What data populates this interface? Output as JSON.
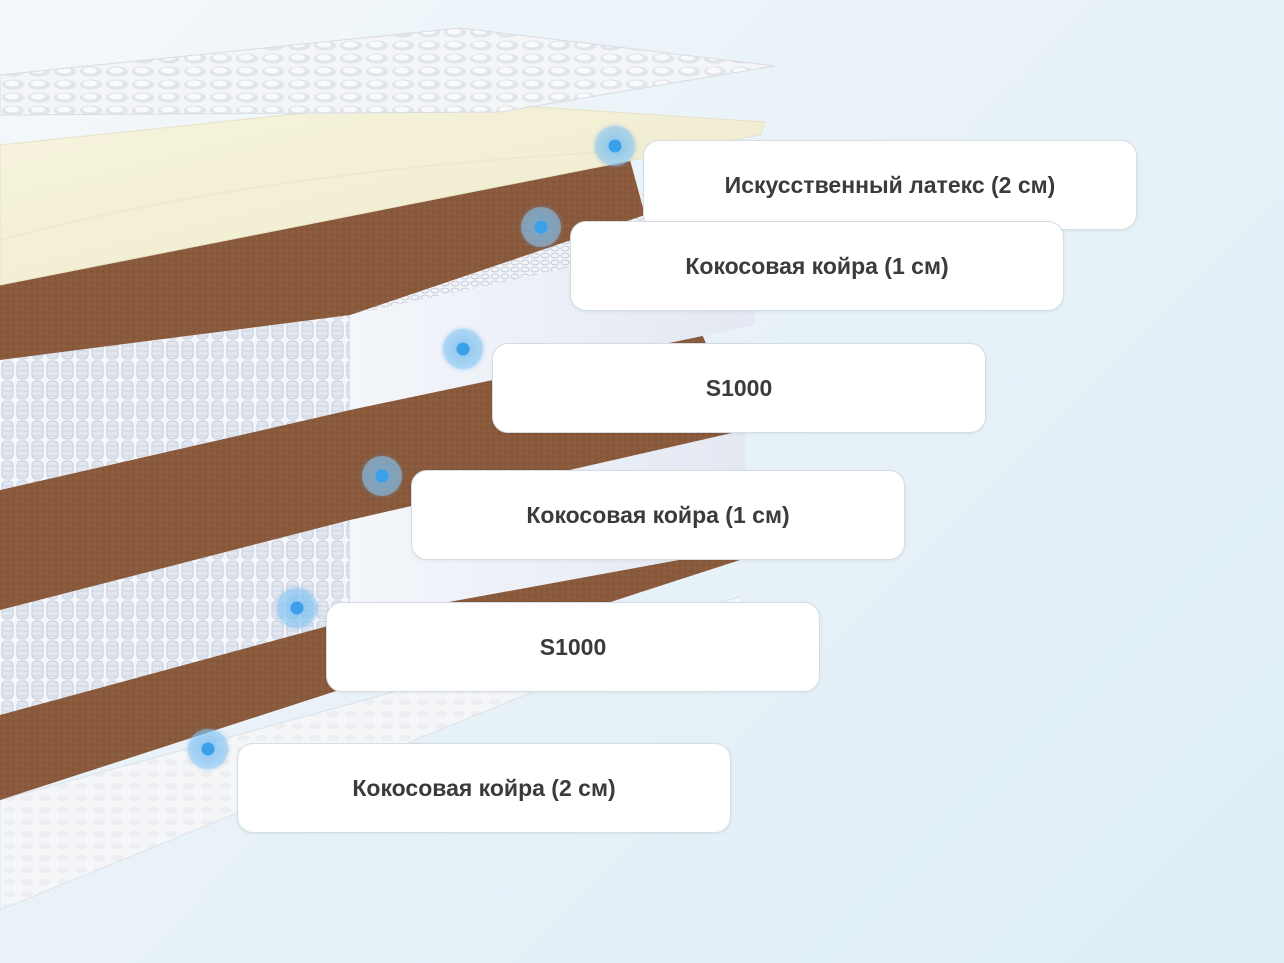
{
  "diagram": {
    "layers": [
      {
        "label": "Искусственный латекс (2 см)",
        "type": "latex"
      },
      {
        "label": "Кокосовая койра (1 см)",
        "type": "coir"
      },
      {
        "label": "S1000",
        "type": "springs"
      },
      {
        "label": "Кокосовая койра (1 см)",
        "type": "coir"
      },
      {
        "label": "S1000",
        "type": "springs"
      },
      {
        "label": "Кокосовая койра (2 см)",
        "type": "coir"
      }
    ],
    "colors": {
      "coir": "#8a5a3c",
      "latex": "#f3f0d6",
      "springs": "#eef1f7",
      "marker": "#3aa0ea",
      "background": "#e8f2f8"
    }
  }
}
